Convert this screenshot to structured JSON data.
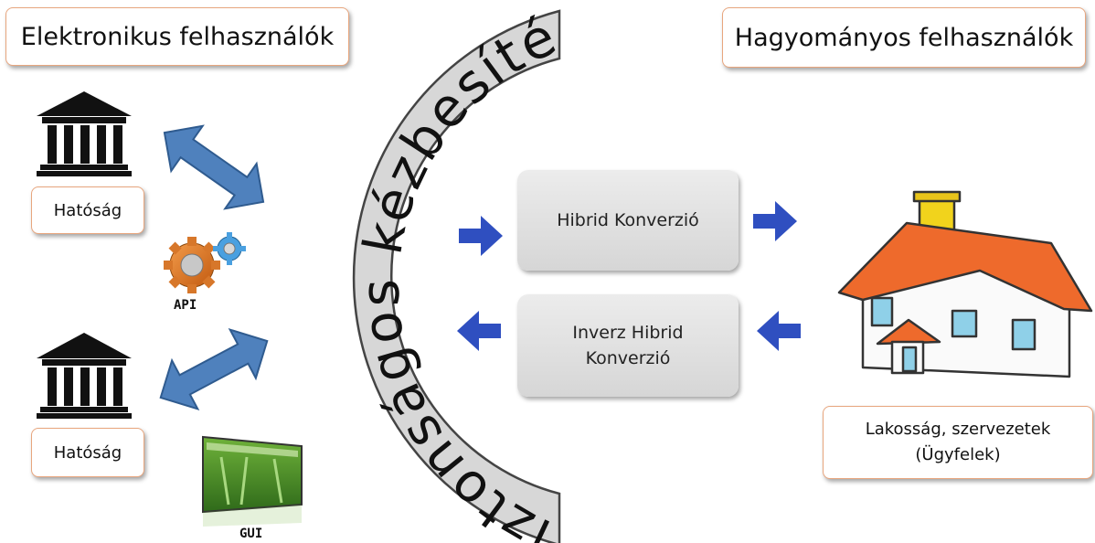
{
  "headers": {
    "electronic": "Elektronikus felhasználók",
    "traditional": "Hagyományos felhasználók"
  },
  "arc_text": "Biztonságos kézbesítés",
  "authorities": [
    "Hatóság",
    "Hatóság"
  ],
  "api_label": "API",
  "gui_label": "GUI",
  "processes": {
    "hybrid": "Hibrid Konverzió",
    "inverse_line1": "Inverz Hibrid",
    "inverse_line2": "Konverzió"
  },
  "citizens": {
    "line1": "Lakosság, szervezetek",
    "line2": "(Ügyfelek)"
  },
  "colors": {
    "arrow_blue": "#2f4fc0",
    "double_arrow": "#4f81bd",
    "roof": "#ee6a2c",
    "chimney": "#f1d31c",
    "arc_fill": "#d7d7d7"
  }
}
